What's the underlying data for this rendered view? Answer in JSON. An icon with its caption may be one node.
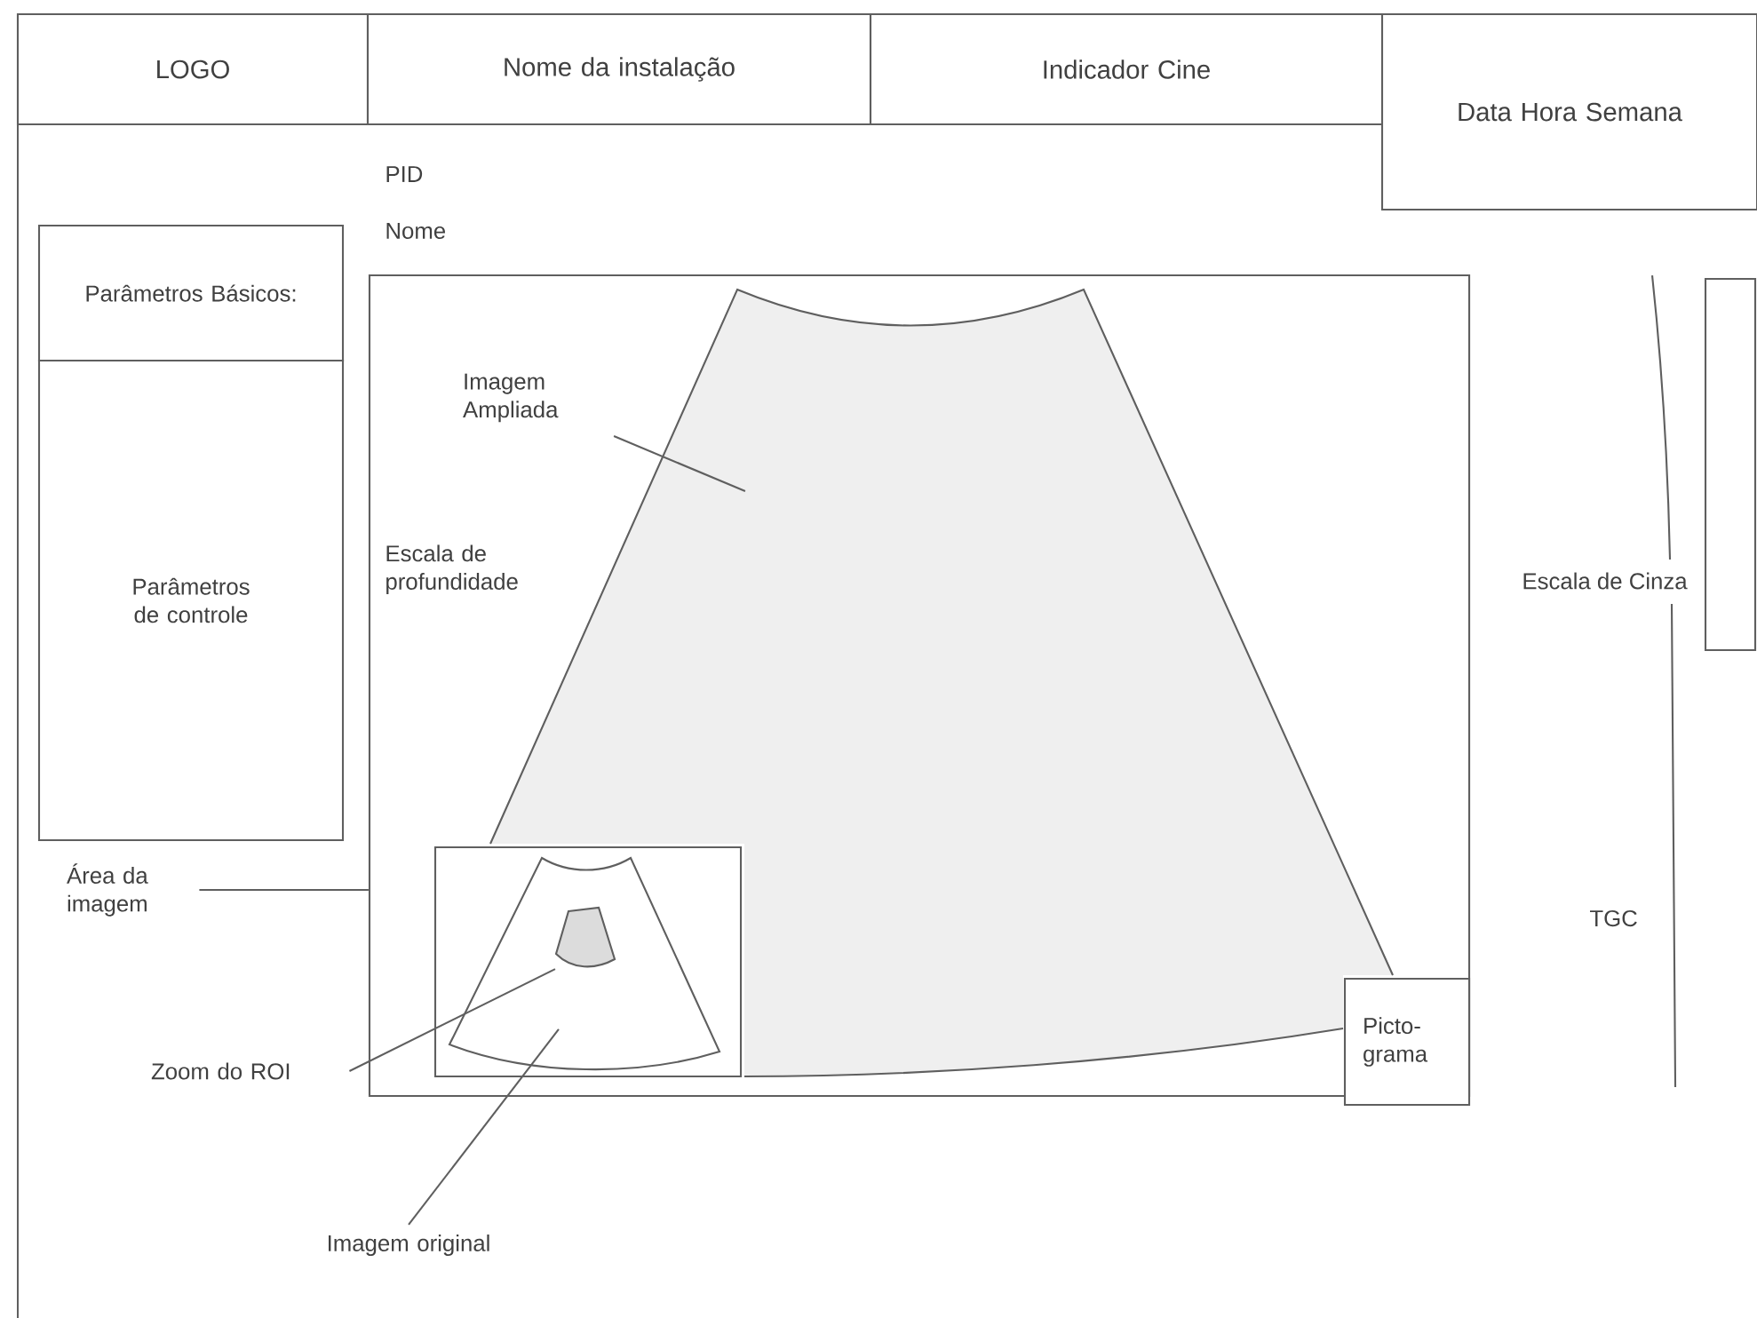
{
  "diagram": {
    "nodes": [
      {
        "text": [
          "LOGO"
        ]
      },
      {
        "text": [
          "Nome da instalação"
        ]
      },
      {
        "text": [
          "Indicador Cine"
        ]
      },
      {
        "text": [
          "Data Hora Semana"
        ]
      },
      {
        "text": [
          "Parâmetros Básicos:"
        ]
      },
      {
        "text": [
          "Parâmetros de controle"
        ]
      },
      {
        "text": [],
        "shape": "box"
      },
      {
        "text": [],
        "shape": "sector",
        "in": 6
      },
      {
        "text": [
          "Imagem Ampliada"
        ],
        "in": 6
      },
      {
        "text": [],
        "shape": "box",
        "in": 6
      },
      {
        "text": [],
        "shape": "sector",
        "in": 9
      },
      {
        "text": [],
        "shape": "sector",
        "in": 10
      },
      {
        "text": [
          "Zoom do ROI"
        ]
      },
      {
        "text": [
          "Imagem original"
        ]
      },
      {
        "text": [
          "Área da imagem"
        ]
      },
      {
        "text": [
          "Picto-grama"
        ]
      },
      {
        "text": [],
        "shape": "bar",
        "beside": [
          "Escala de Cinza"
        ]
      }
    ],
    "edges": [
      {
        "from": 8,
        "to": 7,
        "arrow": "none"
      },
      {
        "from": 12,
        "to": 11,
        "arrow": "none"
      },
      {
        "from": 13,
        "to": 10,
        "arrow": "none"
      },
      {
        "from": 14,
        "to": 6,
        "arrow": "none"
      }
    ],
    "labels": [
      "PID",
      "Nome",
      "Escala de profundidade",
      "TGC"
    ]
  }
}
